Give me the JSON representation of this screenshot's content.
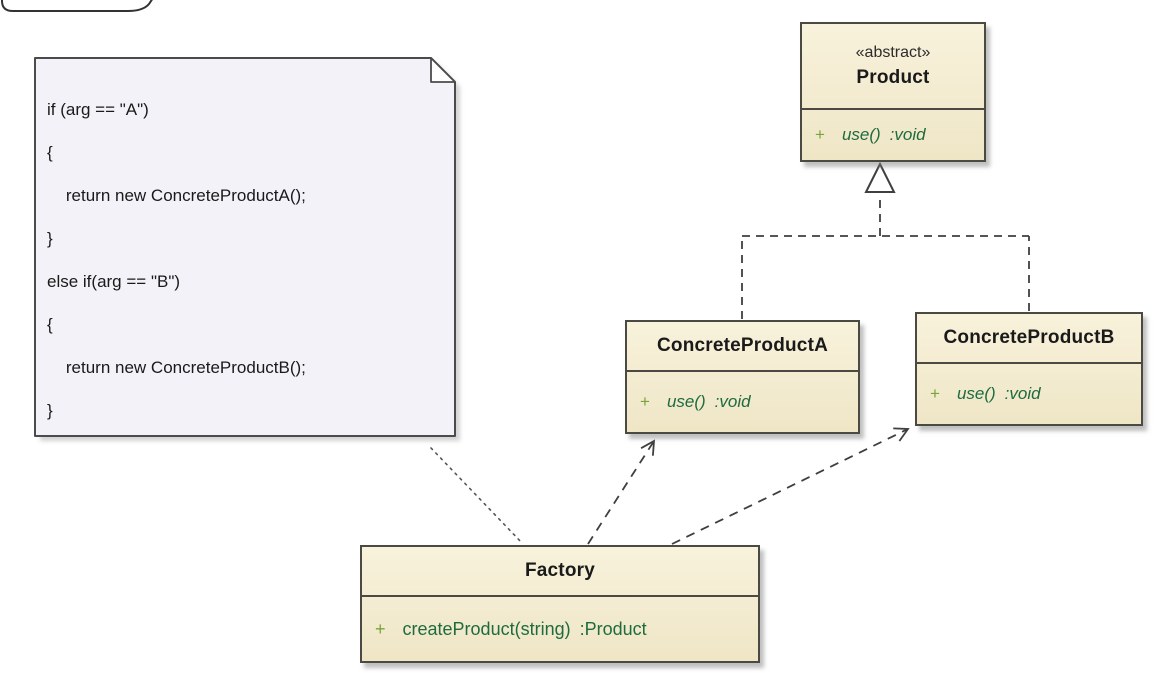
{
  "frame": {
    "tab_visible": true
  },
  "note": {
    "lines": [
      "if (arg == \"A\")",
      "{",
      "    return new ConcreteProductA();",
      "}",
      "else if(arg == \"B\")",
      "{",
      "    return new ConcreteProductB();",
      "}"
    ]
  },
  "classes": {
    "product": {
      "stereotype": "«abstract»",
      "name": "Product",
      "methods": [
        {
          "visibility": "+",
          "signature": "use()",
          "return": ":void"
        }
      ]
    },
    "concreteProductA": {
      "name": "ConcreteProductA",
      "methods": [
        {
          "visibility": "+",
          "signature": "use()",
          "return": ":void"
        }
      ]
    },
    "concreteProductB": {
      "name": "ConcreteProductB",
      "methods": [
        {
          "visibility": "+",
          "signature": "use()",
          "return": ":void"
        }
      ]
    },
    "factory": {
      "name": "Factory",
      "methods": [
        {
          "visibility": "+",
          "signature": "createProduct(string)",
          "return": ":Product"
        }
      ]
    }
  },
  "relationships": [
    {
      "type": "realization",
      "from": "ConcreteProductA",
      "to": "Product"
    },
    {
      "type": "realization",
      "from": "ConcreteProductB",
      "to": "Product"
    },
    {
      "type": "dependency",
      "from": "Factory",
      "to": "ConcreteProductA"
    },
    {
      "type": "dependency",
      "from": "Factory",
      "to": "ConcreteProductB"
    },
    {
      "type": "note-anchor",
      "from": "note",
      "to": "Factory"
    }
  ],
  "colors": {
    "class_fill_top": "#f8f2dc",
    "class_fill_bottom": "#efe6c6",
    "class_border": "#4a4a42",
    "method_color": "#1f6b3f",
    "plus_color": "#7aa33c",
    "note_fill": "#f3f2f8",
    "line_color": "#3f3f3f",
    "text_color": "#1a1a1a"
  }
}
